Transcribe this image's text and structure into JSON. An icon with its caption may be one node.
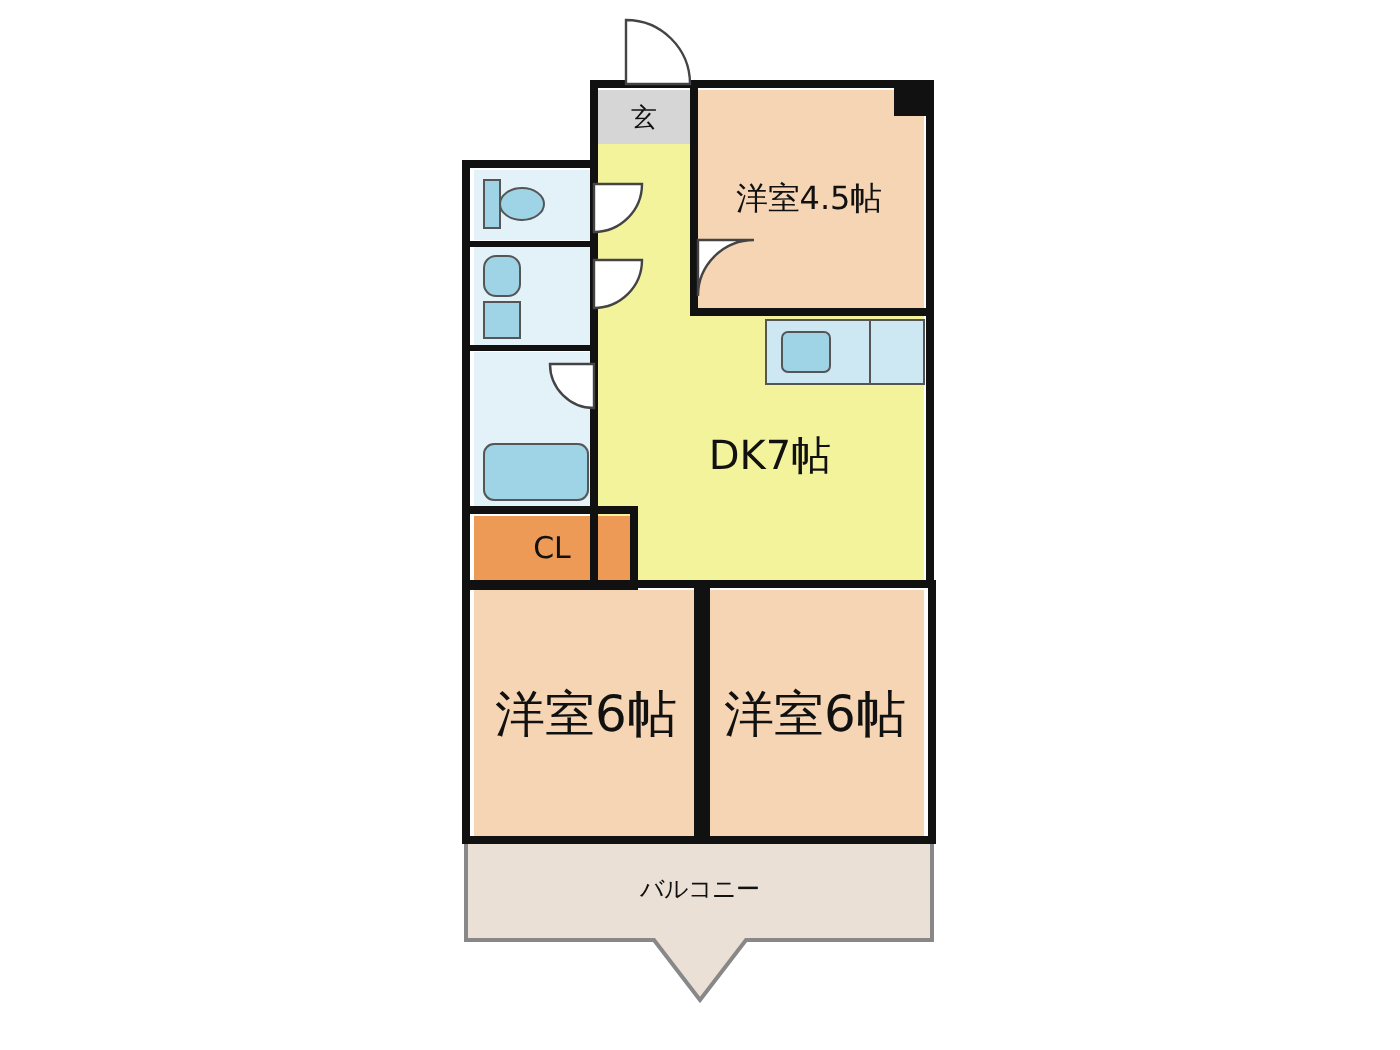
{
  "diagram": {
    "nodes": [
      {
        "text": [
          "玄"
        ]
      },
      {
        "text": [
          "洋室4.5帖"
        ]
      },
      {
        "text": [
          "DK7帖"
        ]
      },
      {
        "text": [
          "CL"
        ]
      },
      {
        "text": [
          "洋室6帖"
        ]
      },
      {
        "text": [
          "洋室6帖"
        ]
      },
      {
        "text": [
          "バルコニー"
        ]
      },
      {
        "text": [],
        "shape": "box"
      },
      {
        "text": [],
        "shape": "box"
      },
      {
        "text": [],
        "shape": "box"
      }
    ]
  }
}
